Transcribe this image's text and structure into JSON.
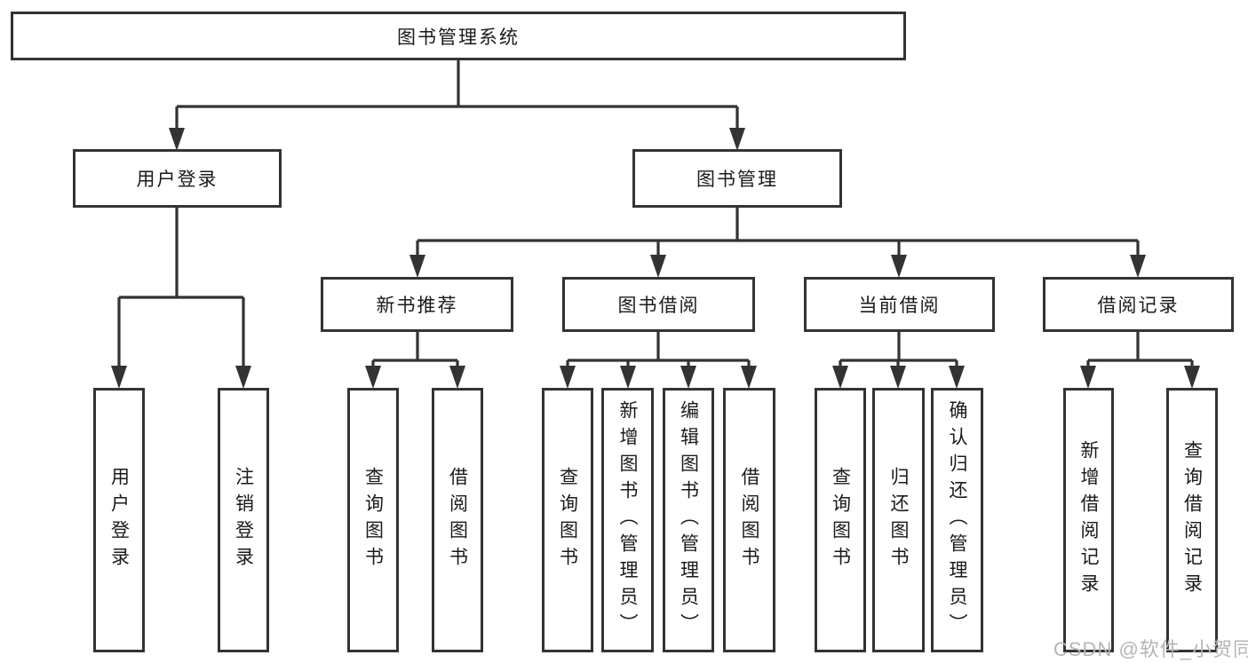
{
  "tree": {
    "root": {
      "label": "图书管理系统"
    },
    "branches": [
      {
        "label": "用户登录",
        "leaves": [
          {
            "label": "用户登录"
          },
          {
            "label": "注销登录"
          }
        ]
      },
      {
        "label": "图书管理",
        "children": [
          {
            "label": "新书推荐",
            "leaves": [
              {
                "label": "查询图书"
              },
              {
                "label": "借阅图书"
              }
            ]
          },
          {
            "label": "图书借阅",
            "leaves": [
              {
                "label": "查询图书"
              },
              {
                "label": "新增图书（管理员）"
              },
              {
                "label": "编辑图书（管理员）"
              },
              {
                "label": "借阅图书"
              }
            ]
          },
          {
            "label": "当前借阅",
            "leaves": [
              {
                "label": "查询图书"
              },
              {
                "label": "归还图书"
              },
              {
                "label": "确认归还（管理员）"
              }
            ]
          },
          {
            "label": "借阅记录",
            "leaves": [
              {
                "label": "新增借阅记录"
              },
              {
                "label": "查询借阅记录"
              }
            ]
          }
        ]
      }
    ]
  },
  "watermark": "CSDN @软件_小贺同学",
  "colors": {
    "line": "#333333",
    "text": "#1a1a1a",
    "watermark": "#b5b5b5",
    "background": "#ffffff"
  }
}
